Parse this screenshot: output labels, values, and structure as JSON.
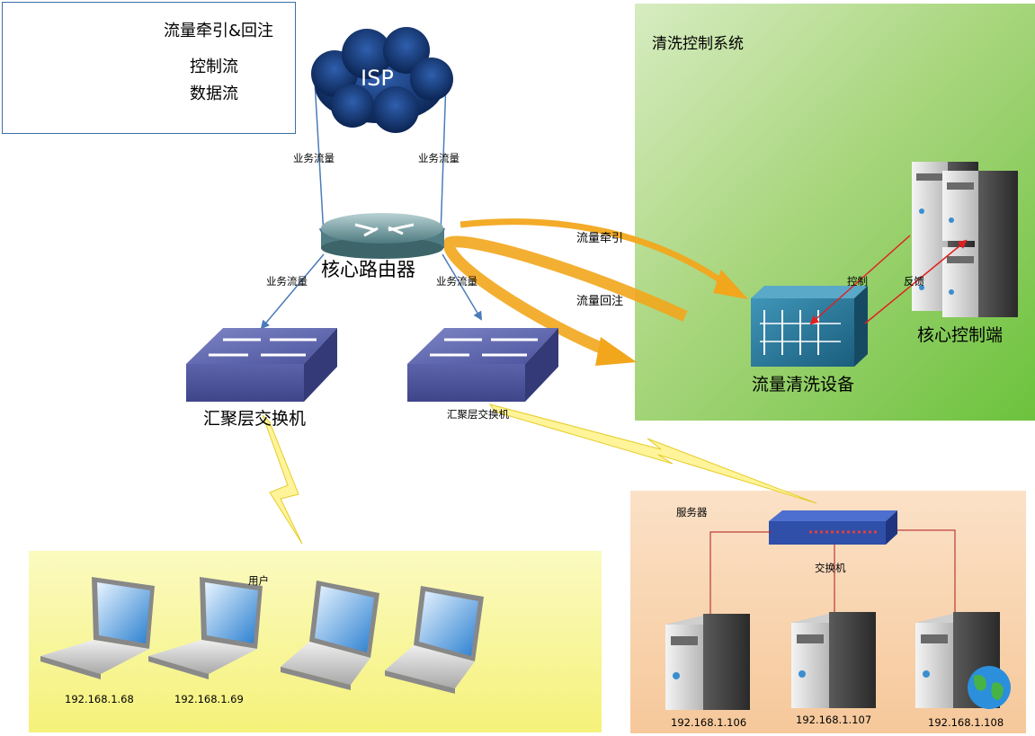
{
  "legend": {
    "traffic_diversion_reinjection": "流量牵引&回注",
    "control_flow": "控制流",
    "data_flow": "数据流",
    "colors": {
      "traffic": "#f2a61c",
      "control": "#e02020",
      "data": "#4a7cb8"
    }
  },
  "isp": {
    "label": "ISP"
  },
  "core_router": {
    "label": "核心路由器"
  },
  "business_traffic": {
    "left_top": "业务流量",
    "right_top": "业务流量",
    "left_bottom": "业务流量",
    "right_bottom": "业务流量"
  },
  "aggregation_switch_left": {
    "label": "汇聚层交换机"
  },
  "aggregation_switch_right": {
    "label": "汇聚层交换机"
  },
  "cleaning_system": {
    "title": "清洗控制系统",
    "device_label": "流量清洗设备",
    "control_server_label": "核心控制端",
    "control_text": "控制",
    "feedback_text": "反馈",
    "diversion_text": "流量牵引",
    "reinjection_text": "流量回注"
  },
  "users_zone": {
    "title": "用户",
    "ip_1": "192.168.1.68",
    "ip_2": "192.168.1.69"
  },
  "server_zone": {
    "title": "服务器",
    "switch_label": "交换机",
    "ip_1": "192.168.1.106",
    "ip_2": "192.168.1.107",
    "ip_3": "192.168.1.108"
  }
}
